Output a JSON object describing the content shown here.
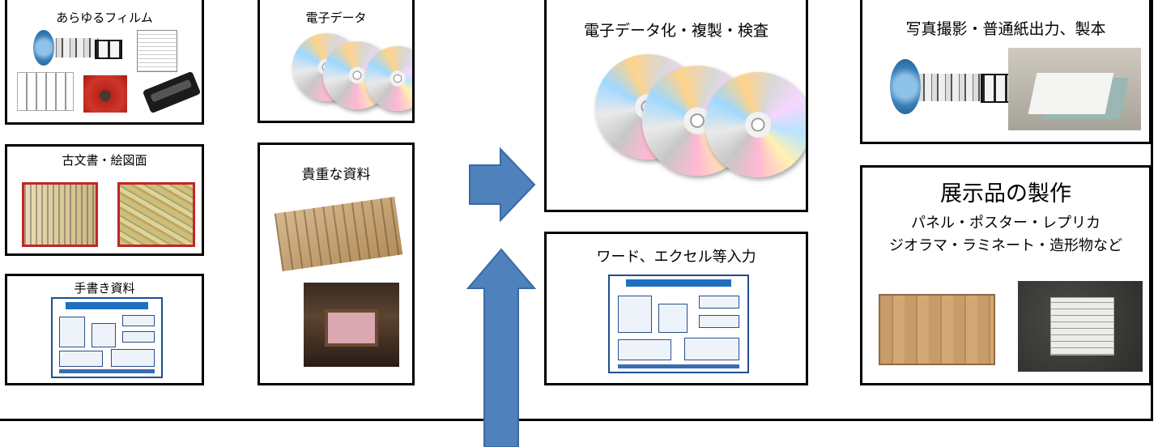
{
  "sources": {
    "all_film": "あらゆるフィルム",
    "electronic_data": "電子データ",
    "old_documents": "古文書・絵図面",
    "valuable_materials": "貴重な資料",
    "handwritten_materials": "手書き資料"
  },
  "services": {
    "digitize_copy_inspect": "電子データ化・複製・検査",
    "word_excel_input": "ワード、エクセル等入力",
    "photo_print_binding": "写真撮影・普通紙出力、製本",
    "exhibit_title": "展示品の製作",
    "exhibit_line1": "パネル・ポスター・レプリカ",
    "exhibit_line2": "ジオラマ・ラミネート・造形物など"
  },
  "colors": {
    "arrow_fill": "#4f81bd",
    "arrow_stroke": "#3a6aa3",
    "border": "#000000"
  },
  "icons": {
    "arrow_right": "right-arrow-icon",
    "arrow_up": "up-arrow-icon"
  }
}
